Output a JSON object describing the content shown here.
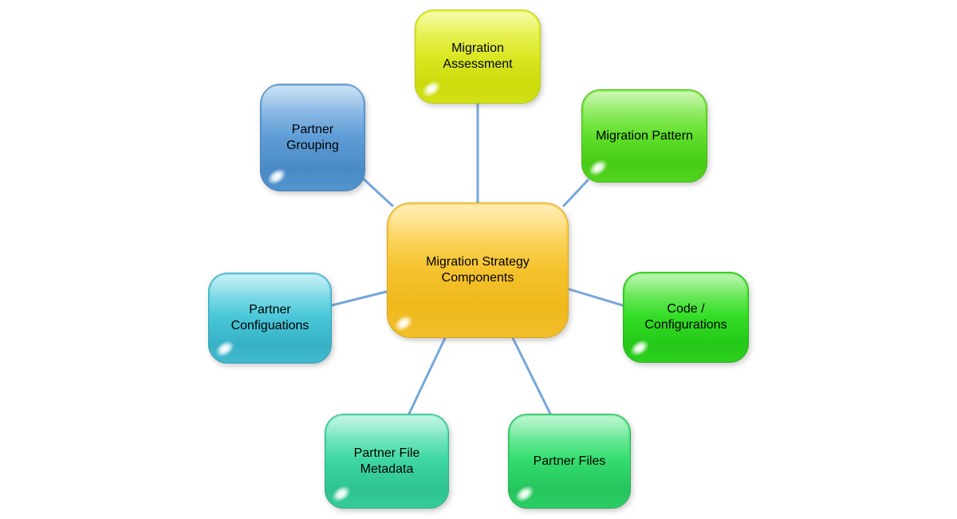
{
  "diagram": {
    "background_color": "#FFFFFF",
    "connector_color": "#74A7DC",
    "center": {
      "label": "Migration Strategy Components",
      "color": "#F5C12B"
    },
    "nodes": [
      {
        "id": "migration-assessment",
        "label": "Migration Assessment",
        "color": "#D9E821"
      },
      {
        "id": "migration-pattern",
        "label": "Migration Pattern",
        "color": "#5ADF25"
      },
      {
        "id": "code-configurations",
        "label": "Code / Configurations",
        "color": "#2EDD20"
      },
      {
        "id": "partner-files",
        "label": "Partner Files",
        "color": "#2EDC6B"
      },
      {
        "id": "partner-file-metadata",
        "label": "Partner File Metadata",
        "color": "#38D9A0"
      },
      {
        "id": "partner-configuations",
        "label": "Partner Configuations",
        "color": "#44C6D7"
      },
      {
        "id": "partner-grouping",
        "label": "Partner Grouping",
        "color": "#5B9BD5"
      }
    ]
  }
}
